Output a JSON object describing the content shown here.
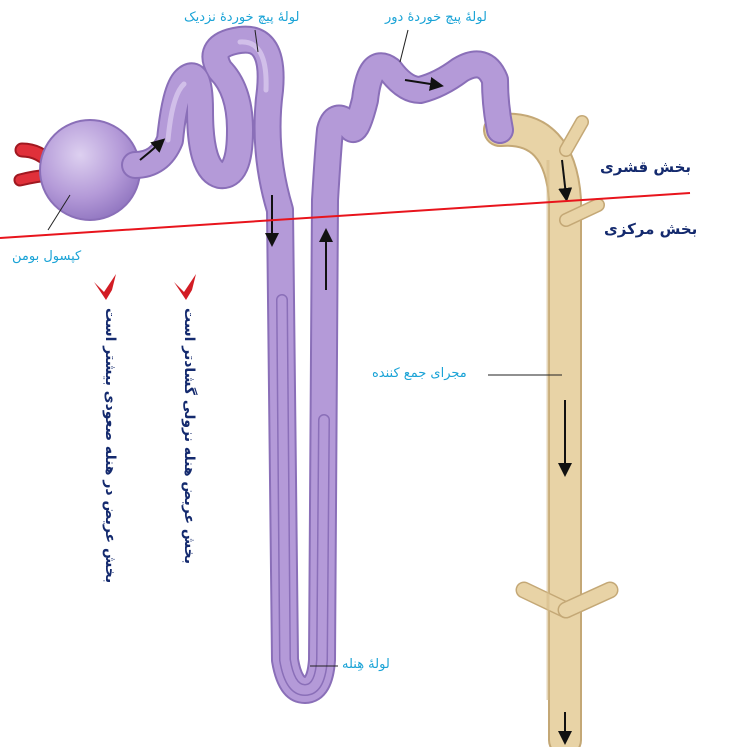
{
  "labels": {
    "proximal_tubule": "لولهٔ پیچ خوردهٔ نزدیک",
    "distal_tubule": "لولهٔ پیچ خوردهٔ دور",
    "bowman_capsule": "کپسول بومن",
    "collecting_duct": "مجرای جمع کننده",
    "loop_of_henle": "لولهٔ هِنله"
  },
  "regions": {
    "cortex": "بخش قشری",
    "medulla": "بخش مرکزی"
  },
  "notes": {
    "ascending_wide": "بخش عریض در هنله صعودی بیشتر است",
    "descending_wide": "بخش عریض هنله نزولی گشادتر است"
  },
  "colors": {
    "tubule": "#b49ad8",
    "tubule_outline": "#8a6fb8",
    "duct": "#e8d3a6",
    "duct_outline": "#c4a876",
    "vessel": "#e0303a",
    "label_text": "#1aa3d6",
    "note_text": "#142a6e",
    "boundary_line": "#e8141c",
    "marker": "#d21c24"
  }
}
